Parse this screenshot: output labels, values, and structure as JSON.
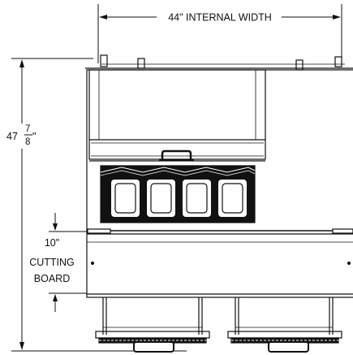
{
  "dimensions": {
    "internal_width": "44\" INTERNAL WIDTH",
    "height": {
      "whole": "47",
      "numerator": "7",
      "denominator": "8",
      "unit": "\""
    },
    "cutting_board": {
      "size": "10\"",
      "line1": "CUTTING",
      "line2": "BOARD"
    }
  },
  "colors": {
    "line": "#111111",
    "background": "#ffffff"
  }
}
